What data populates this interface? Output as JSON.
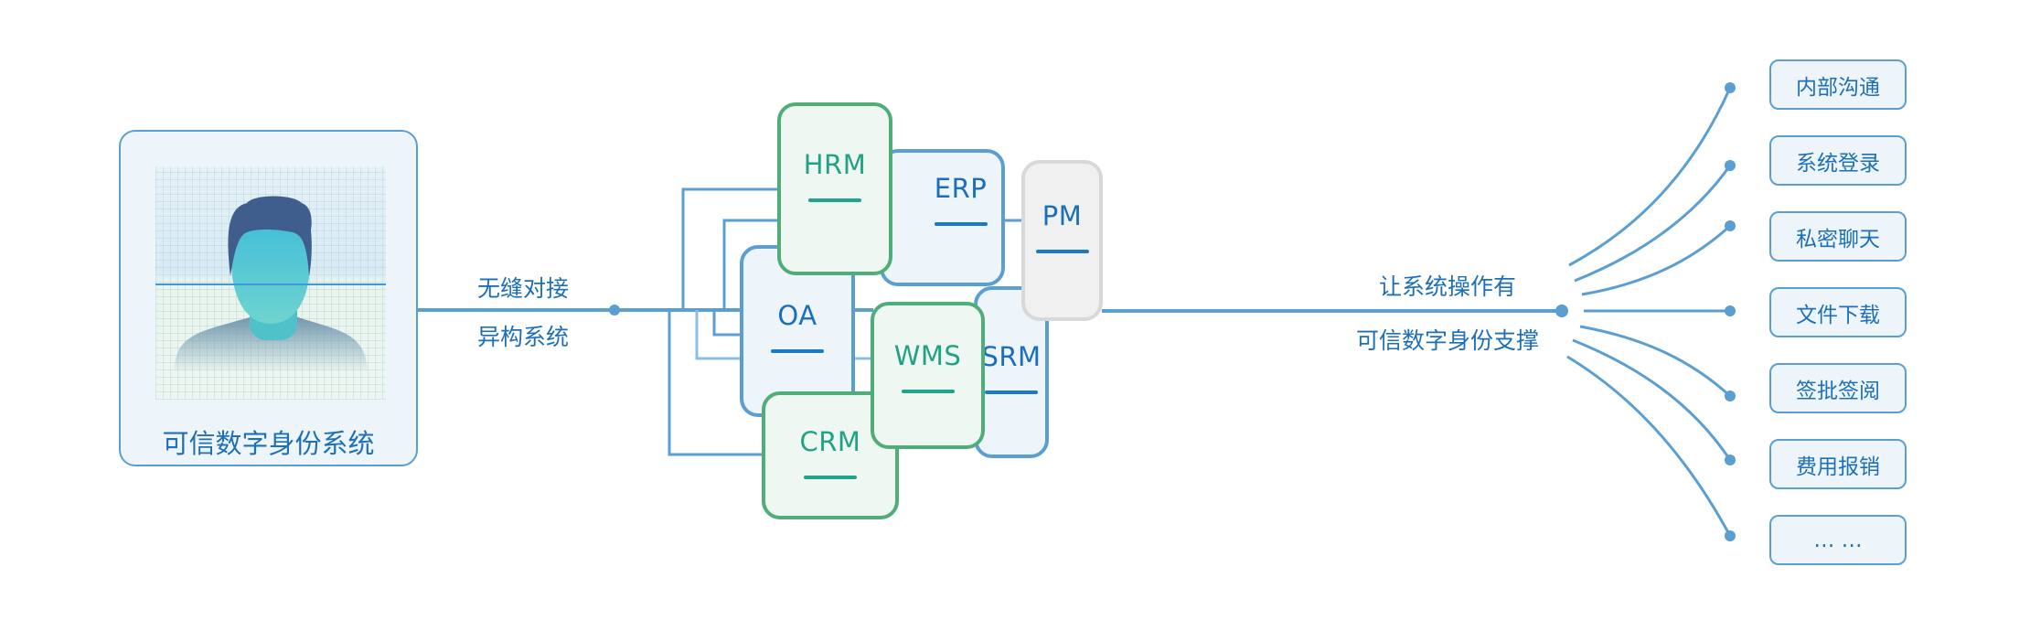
{
  "identity": {
    "title": "可信数字身份系统",
    "icon": "user-face-scan-icon"
  },
  "left_connector": {
    "label_top": "无缝对接",
    "label_bottom": "异构系统"
  },
  "systems": [
    {
      "id": "oa",
      "label": "OA",
      "style": "blue"
    },
    {
      "id": "hrm",
      "label": "HRM",
      "style": "green"
    },
    {
      "id": "erp",
      "label": "ERP",
      "style": "blue"
    },
    {
      "id": "srm",
      "label": "SRM",
      "style": "blue"
    },
    {
      "id": "pm",
      "label": "PM",
      "style": "gray"
    },
    {
      "id": "wms",
      "label": "WMS",
      "style": "green"
    },
    {
      "id": "crm",
      "label": "CRM",
      "style": "green"
    }
  ],
  "right_connector": {
    "label_top": "让系统操作有",
    "label_bottom": "可信数字身份支撑"
  },
  "features": [
    {
      "label": "内部沟通"
    },
    {
      "label": "系统登录"
    },
    {
      "label": "私密聊天"
    },
    {
      "label": "文件下载"
    },
    {
      "label": "签批签阅"
    },
    {
      "label": "费用报销"
    },
    {
      "label": "… …"
    }
  ],
  "colors": {
    "line": "#5b9fd2",
    "text_blue": "#1d6fb8",
    "green_border": "#4fae77",
    "green_text": "#22a283",
    "gray_border": "#d8d8d8"
  }
}
